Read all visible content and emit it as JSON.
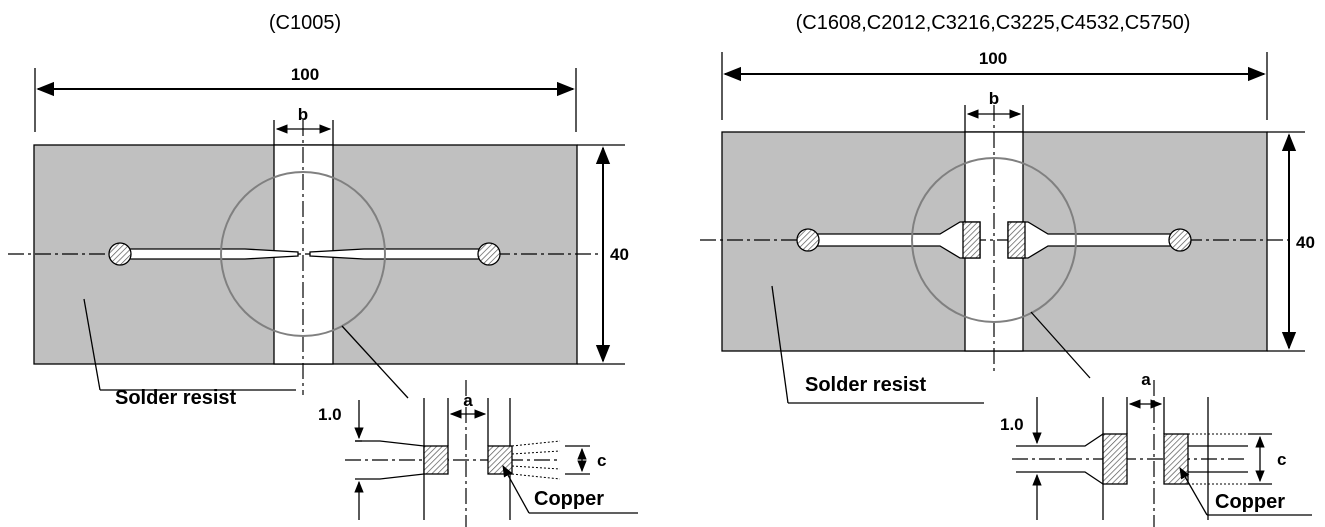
{
  "left": {
    "title": "(C1005)",
    "dim_width": "100",
    "dim_height": "40",
    "dim_b": "b",
    "dim_a": "a",
    "dim_c": "c",
    "dim_1": "1.0",
    "label_resist": "Solder resist",
    "label_copper": "Copper"
  },
  "right": {
    "title": "(C1608,C2012,C3216,C3225,C4532,C5750)",
    "dim_width": "100",
    "dim_height": "40",
    "dim_b": "b",
    "dim_a": "a",
    "dim_c": "c",
    "dim_1": "1.0",
    "label_resist": "Solder resist",
    "label_copper": "Copper"
  },
  "colors": {
    "solder_resist": "#c0c0c0",
    "magnifier_circle": "#808080",
    "line": "#000000"
  }
}
